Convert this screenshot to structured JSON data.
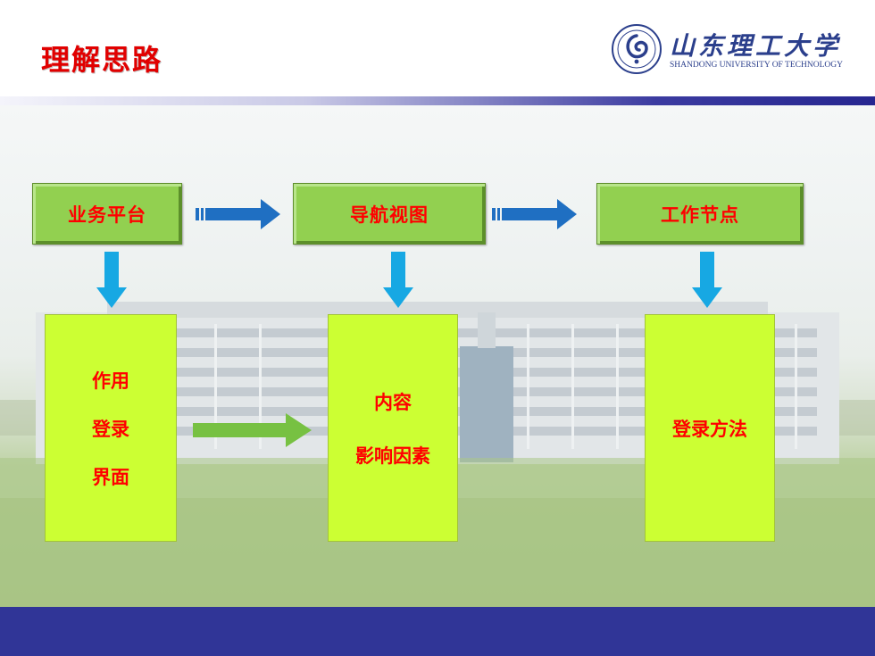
{
  "header": {
    "title": "理解思路",
    "logo_cn": "山东理工大学",
    "logo_en": "SHANDONG UNIVERSITY OF TECHNOLOGY"
  },
  "diagram": {
    "top_boxes": [
      "业务平台",
      "导航视图",
      "工作节点"
    ],
    "box1_lines": [
      "作用",
      "登录",
      "界面"
    ],
    "box2_lines": [
      "内容",
      "影响因素"
    ],
    "box3_lines": [
      "登录方法"
    ]
  },
  "colors": {
    "title": "#e10000",
    "top_box": "#92d050",
    "low_box": "#ccff33",
    "box_text": "#ff0000",
    "right_arrow": "#1f6fc2",
    "down_arrow": "#17a8e3",
    "green_arrow": "#77c142",
    "footer": "#303597"
  }
}
